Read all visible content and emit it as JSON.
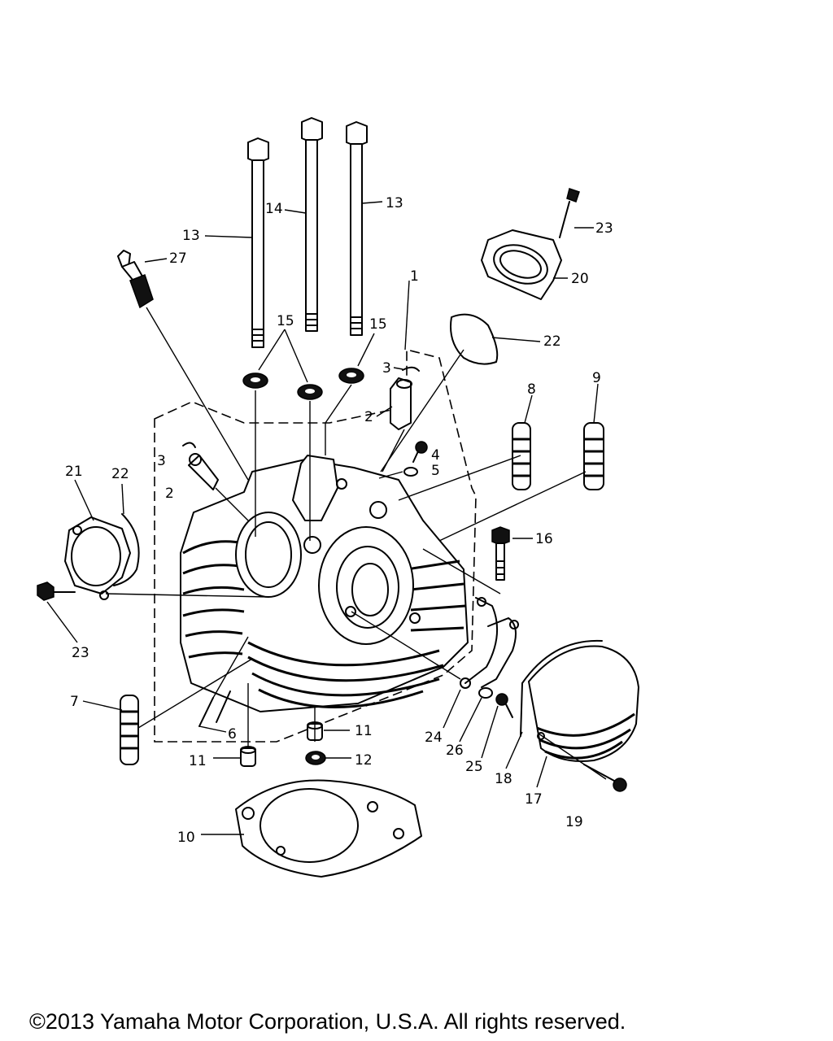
{
  "diagram": {
    "callouts": [
      {
        "id": "c1",
        "text": "1"
      },
      {
        "id": "c2a",
        "text": "2"
      },
      {
        "id": "c2b",
        "text": "2"
      },
      {
        "id": "c3a",
        "text": "3"
      },
      {
        "id": "c3b",
        "text": "3"
      },
      {
        "id": "c4",
        "text": "4"
      },
      {
        "id": "c5",
        "text": "5"
      },
      {
        "id": "c6",
        "text": "6"
      },
      {
        "id": "c7",
        "text": "7"
      },
      {
        "id": "c8",
        "text": "8"
      },
      {
        "id": "c9",
        "text": "9"
      },
      {
        "id": "c10",
        "text": "10"
      },
      {
        "id": "c11a",
        "text": "11"
      },
      {
        "id": "c11b",
        "text": "11"
      },
      {
        "id": "c12",
        "text": "12"
      },
      {
        "id": "c13a",
        "text": "13"
      },
      {
        "id": "c13b",
        "text": "13"
      },
      {
        "id": "c14",
        "text": "14"
      },
      {
        "id": "c15a",
        "text": "15"
      },
      {
        "id": "c15b",
        "text": "15"
      },
      {
        "id": "c16",
        "text": "16"
      },
      {
        "id": "c17",
        "text": "17"
      },
      {
        "id": "c18",
        "text": "18"
      },
      {
        "id": "c19",
        "text": "19"
      },
      {
        "id": "c20",
        "text": "20"
      },
      {
        "id": "c21",
        "text": "21"
      },
      {
        "id": "c22a",
        "text": "22"
      },
      {
        "id": "c22b",
        "text": "22"
      },
      {
        "id": "c23a",
        "text": "23"
      },
      {
        "id": "c23b",
        "text": "23"
      },
      {
        "id": "c24",
        "text": "24"
      },
      {
        "id": "c25",
        "text": "25"
      },
      {
        "id": "c26",
        "text": "26"
      },
      {
        "id": "c27",
        "text": "27"
      }
    ]
  },
  "footer": {
    "copyright": "©2013 Yamaha Motor Corporation, U.S.A. All rights reserved."
  }
}
